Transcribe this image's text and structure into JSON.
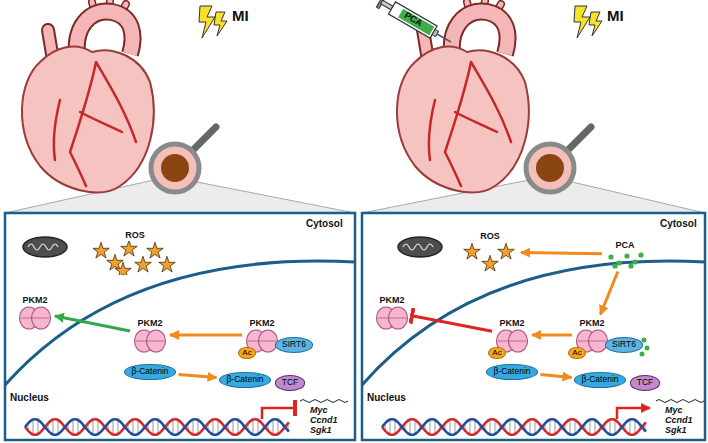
{
  "diagram": {
    "nodes": [
      {
        "text": [
          "ROS"
        ]
      },
      {
        "text": [
          "PKM2"
        ]
      },
      {
        "text": [
          "PKM2"
        ]
      },
      {
        "text": [
          "β-Catenin"
        ]
      },
      {
        "text": [
          "PKM2"
        ]
      },
      {
        "text": [
          "Ac"
        ]
      },
      {
        "text": [
          "SIRT6"
        ]
      },
      {
        "text": [
          "β-Catenin"
        ]
      },
      {
        "text": [
          "TCF"
        ]
      },
      {
        "text": [
          "ROS"
        ]
      },
      {
        "text": [
          "PCA"
        ]
      },
      {
        "text": [
          "PKM2"
        ]
      },
      {
        "text": [
          "PKM2"
        ]
      },
      {
        "text": [
          "Ac"
        ]
      },
      {
        "text": [
          "β-Catenin"
        ]
      },
      {
        "text": [
          "PKM2"
        ]
      },
      {
        "text": [
          "Ac"
        ]
      },
      {
        "text": [
          "SIRT6"
        ]
      },
      {
        "text": [
          "β-Catenin"
        ]
      },
      {
        "text": [
          "TCF"
        ]
      }
    ],
    "edges": [
      {
        "from": 2,
        "to": 1,
        "arrow": "to"
      },
      {
        "from": 4,
        "to": 2,
        "arrow": "to"
      },
      {
        "from": 3,
        "to": 7,
        "arrow": "to"
      },
      {
        "from": 10,
        "to": 9,
        "arrow": "to"
      },
      {
        "from": 10,
        "to": 15,
        "arrow": "to"
      },
      {
        "from": 15,
        "to": 12,
        "arrow": "to"
      },
      {
        "from": 12,
        "to": 11,
        "arrow": "to"
      },
      {
        "from": 14,
        "to": 18,
        "arrow": "to"
      }
    ],
    "labels": [
      "MI",
      "PCA",
      "MI",
      "Cytosol",
      "Nucleus",
      "Myc",
      "Ccnd1",
      "Sgk1",
      "Cytosol",
      "Nucleus",
      "Myc",
      "Ccnd1",
      "Sgk1"
    ]
  }
}
